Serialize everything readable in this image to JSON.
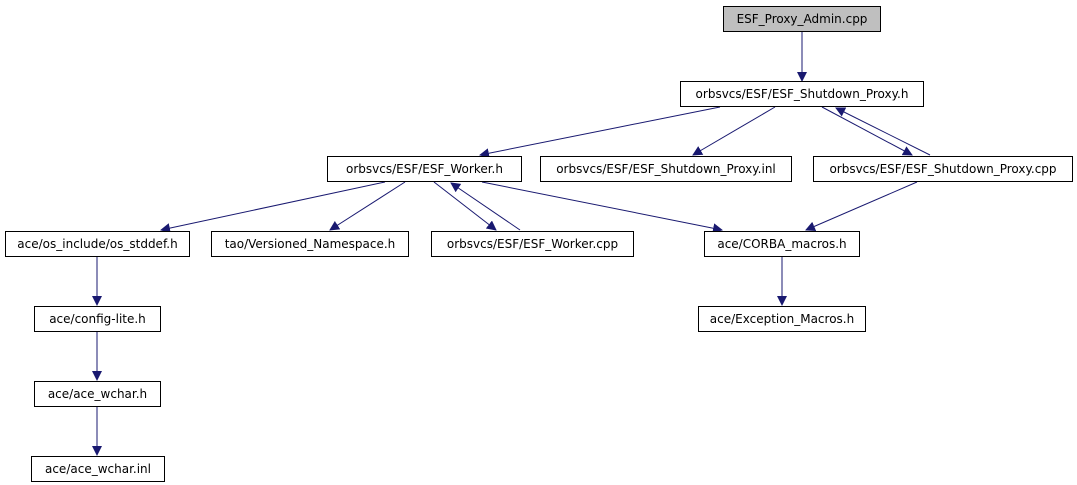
{
  "graph": {
    "edge_color": "#191970",
    "root_fill": "#bfbfbf",
    "nodes": {
      "esf_proxy_admin_cpp": "ESF_Proxy_Admin.cpp",
      "esf_shutdown_proxy_h": "orbsvcs/ESF/ESF_Shutdown_Proxy.h",
      "esf_worker_h": "orbsvcs/ESF/ESF_Worker.h",
      "esf_shutdown_proxy_inl": "orbsvcs/ESF/ESF_Shutdown_Proxy.inl",
      "esf_shutdown_proxy_cpp": "orbsvcs/ESF/ESF_Shutdown_Proxy.cpp",
      "os_stddef_h": "ace/os_include/os_stddef.h",
      "versioned_namespace_h": "tao/Versioned_Namespace.h",
      "esf_worker_cpp": "orbsvcs/ESF/ESF_Worker.cpp",
      "corba_macros_h": "ace/CORBA_macros.h",
      "exception_macros_h": "ace/Exception_Macros.h",
      "config_lite_h": "ace/config-lite.h",
      "ace_wchar_h": "ace/ace_wchar.h",
      "ace_wchar_inl": "ace/ace_wchar.inl"
    }
  }
}
